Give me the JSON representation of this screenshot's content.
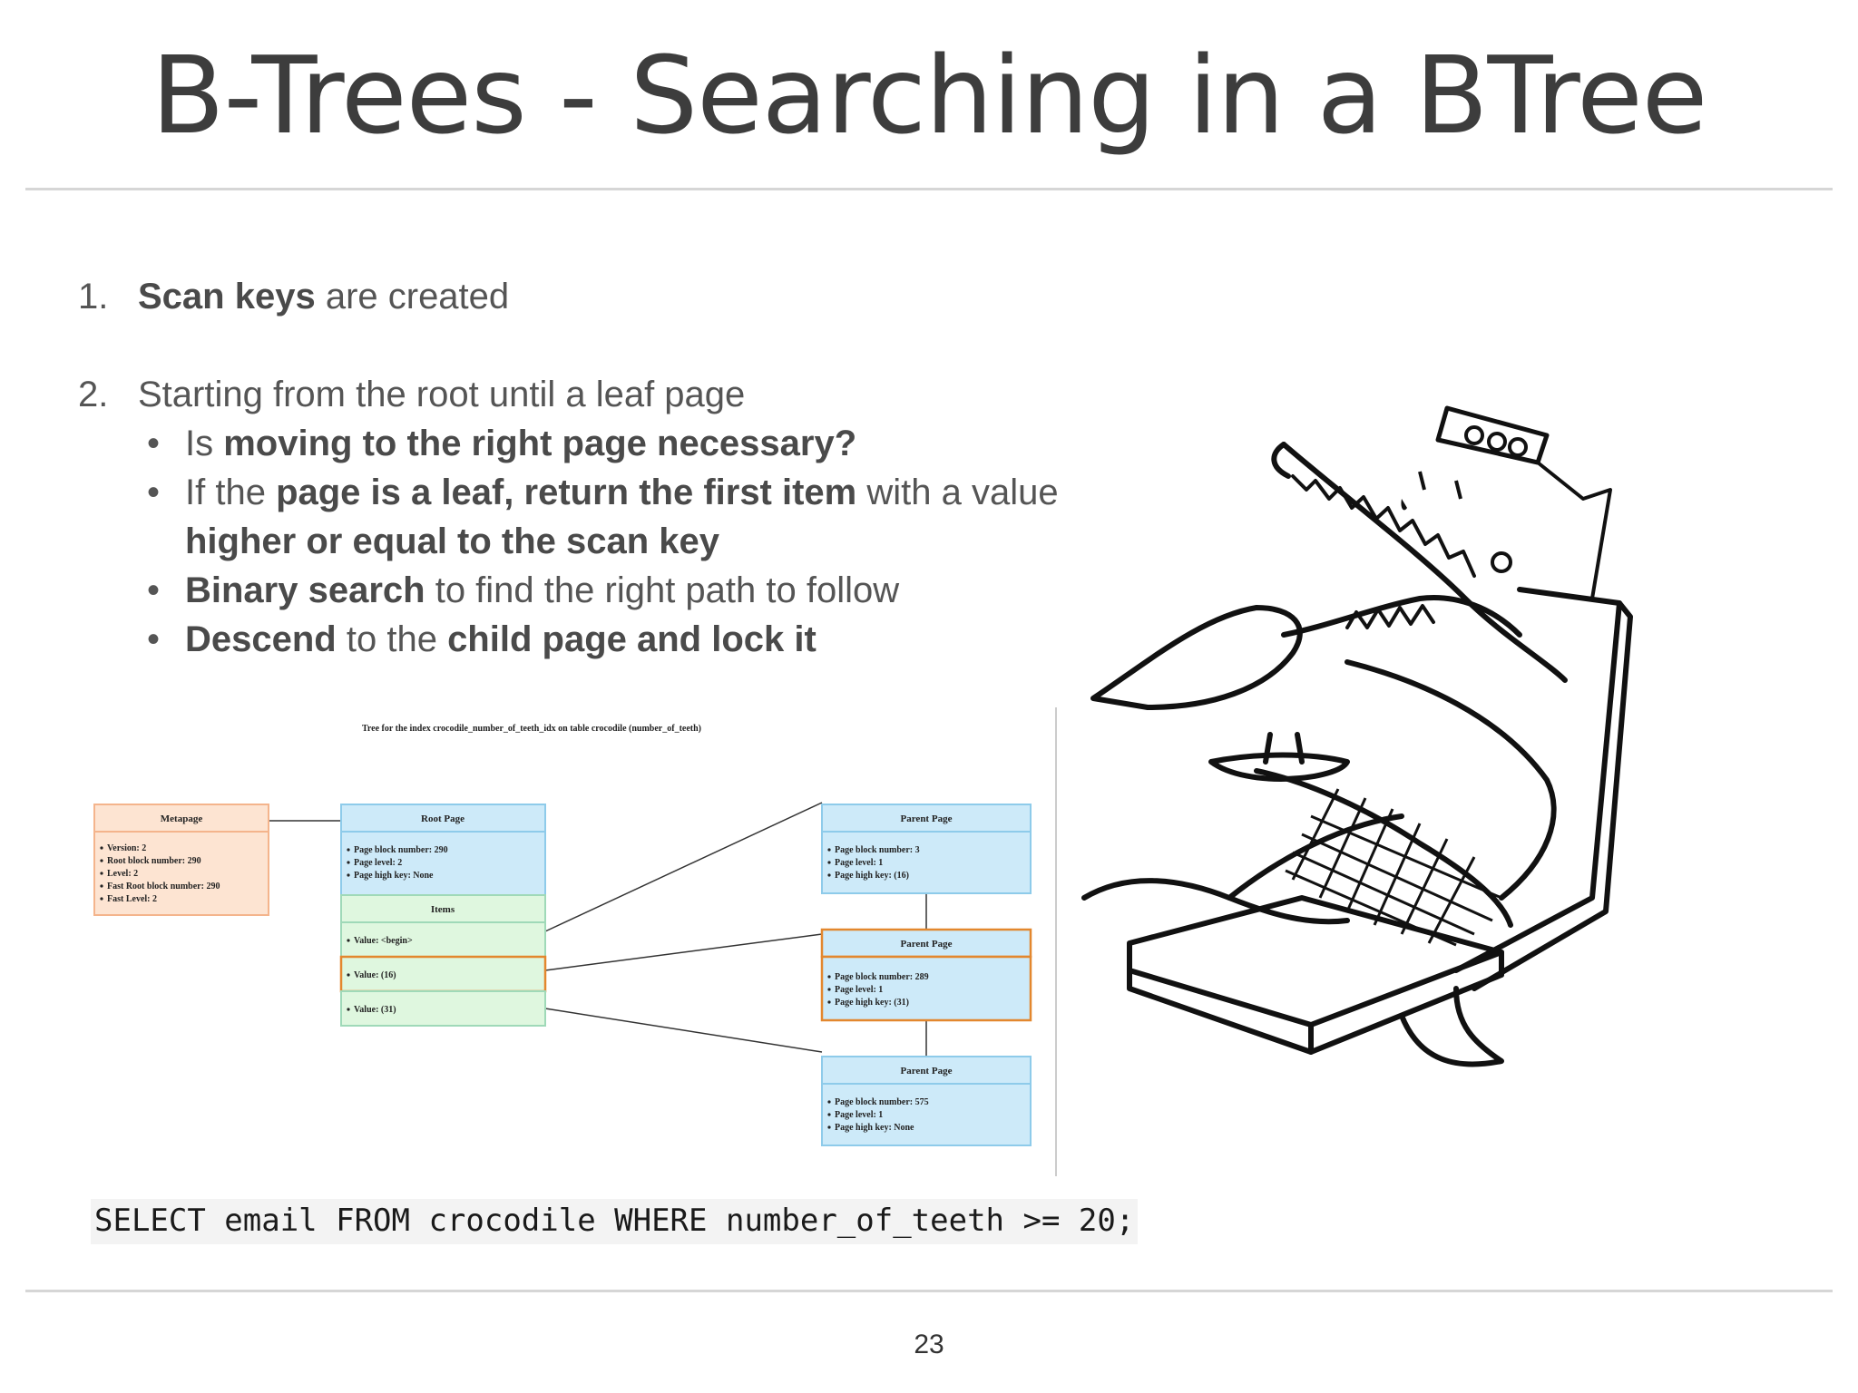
{
  "slide": {
    "title": "B-Trees - Searching in a BTree",
    "page_number": "23"
  },
  "list": {
    "item1": {
      "num": "1.",
      "bold": "Scan keys",
      "rest": " are created"
    },
    "item2": {
      "num": "2.",
      "text": "Starting from the root until a leaf page",
      "bullets": [
        {
          "a": "Is ",
          "b": "moving to the right page necessary?"
        },
        {
          "a": "If the ",
          "b": "page is a leaf, return the first item",
          "c": " with a value ",
          "d": "higher or equal to the scan key"
        },
        {
          "b": "Binary search",
          "c": " to find the right path to follow"
        },
        {
          "b": "Descend",
          "c": " to the ",
          "d": "child page and lock it"
        }
      ]
    }
  },
  "diagram": {
    "title": "Tree for the index crocodile_number_of_teeth_idx on table crocodile (number_of_teeth)",
    "metapage": {
      "header": "Metapage",
      "lines": [
        "Version: 2",
        "Root block number: 290",
        "Level: 2",
        "Fast Root block number: 290",
        "Fast Level: 2"
      ]
    },
    "root": {
      "header": "Root Page",
      "lines": [
        "Page block number: 290",
        "Page level: 2",
        "Page high key: None"
      ],
      "items_header": "Items",
      "items": [
        "Value: <begin>",
        "Value: (16)",
        "Value: (31)"
      ]
    },
    "parents": [
      {
        "header": "Parent Page",
        "lines": [
          "Page block number: 3",
          "Page level: 1",
          "Page high key: (16)"
        ]
      },
      {
        "header": "Parent Page",
        "lines": [
          "Page block number: 289",
          "Page level: 1",
          "Page high key: (31)"
        ]
      },
      {
        "header": "Parent Page",
        "lines": [
          "Page block number: 575",
          "Page level: 1",
          "Page high key: None"
        ]
      }
    ],
    "colors": {
      "meta_fill": "#fde4d2",
      "meta_stroke": "#f4b48c",
      "blue_fill": "#cdeaf9",
      "blue_stroke": "#8ecbea",
      "green_fill": "#dff7df",
      "green_stroke": "#9fd9b8",
      "highlight": "#e3872e"
    }
  },
  "sql": "SELECT email FROM crocodile WHERE number_of_teeth >= 20;",
  "illustration": {
    "name": "crocodile-at-dentist-drawing"
  }
}
